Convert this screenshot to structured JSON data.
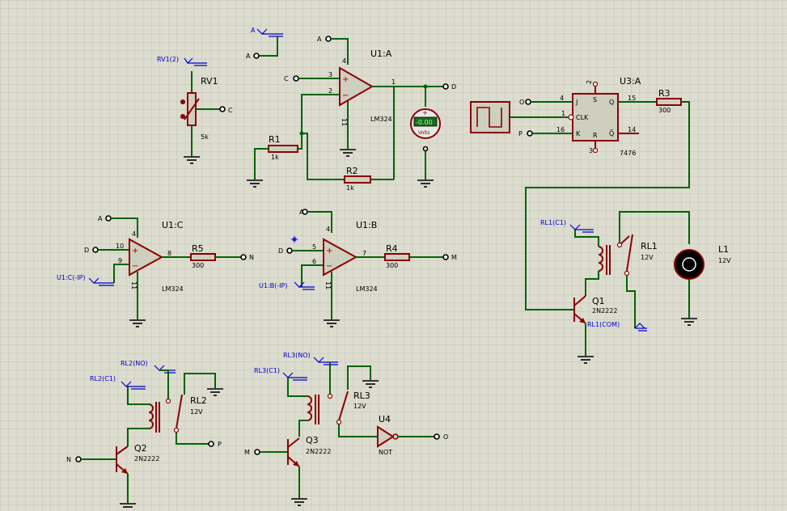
{
  "components": {
    "rv1": {
      "ref": "RV1",
      "value": "5k",
      "probe": "RV1(2)",
      "net_c": "C"
    },
    "u1a": {
      "ref": "U1:A",
      "part": "LM324",
      "net_a": "A",
      "net_c": "C",
      "net_d": "D",
      "pin3": "3",
      "pin2": "2",
      "pin4": "4",
      "pin11": "11",
      "pin1": "1"
    },
    "label_a_top": {
      "text": "A",
      "net": "A"
    },
    "r1": {
      "ref": "R1",
      "value": "1k"
    },
    "r2": {
      "ref": "R2",
      "value": "1k"
    },
    "voltmeter": {
      "display": "-0.00",
      "unit": "Volts"
    },
    "u3a": {
      "ref": "U3:A",
      "part": "7476",
      "pin_j": "J",
      "pin_k": "K",
      "pin_clk": "CLK",
      "pin_s": "S",
      "pin_r": "R",
      "pin_q": "Q",
      "pin_qbar": "Q̅",
      "n4": "4",
      "n1": "1",
      "n16": "16",
      "n15": "15",
      "n14": "14",
      "n2": "2",
      "n3": "3",
      "net_o": "O",
      "net_p": "P"
    },
    "r3": {
      "ref": "R3",
      "value": "300"
    },
    "rl1": {
      "ref": "RL1",
      "value": "12V",
      "probe_c1": "RL1(C1)",
      "probe_com": "RL1(COM)"
    },
    "q1": {
      "ref": "Q1",
      "part": "2N2222"
    },
    "l1": {
      "ref": "L1",
      "value": "12V"
    },
    "u1c": {
      "ref": "U1:C",
      "part": "LM324",
      "net_a": "A",
      "net_d": "D",
      "probe": "U1:C(-IP)",
      "pin10": "10",
      "pin9": "9",
      "pin4": "4",
      "pin11": "11",
      "pin8": "8"
    },
    "r5": {
      "ref": "R5",
      "value": "300",
      "net_n": "N"
    },
    "u1b": {
      "ref": "U1:B",
      "part": "LM324",
      "net_a": "A",
      "net_d": "D",
      "probe": "U1:B(-IP)",
      "pin5": "5",
      "pin6": "6",
      "pin4": "4",
      "pin11": "11",
      "pin7": "7"
    },
    "r4": {
      "ref": "R4",
      "value": "300",
      "net_m": "M"
    },
    "rl2": {
      "ref": "RL2",
      "value": "12V",
      "probe_no": "RL2(NO)",
      "probe_c1": "RL2(C1)",
      "net_p": "P"
    },
    "q2": {
      "ref": "Q2",
      "part": "2N2222",
      "net_n": "N"
    },
    "rl3": {
      "ref": "RL3",
      "value": "12V",
      "probe_no": "RL3(NO)",
      "probe_c1": "RL3(C1)"
    },
    "q3": {
      "ref": "Q3",
      "part": "2N2222",
      "net_m": "M"
    },
    "u4": {
      "ref": "U4",
      "part": "NOT",
      "net_o": "O"
    }
  },
  "colors": {
    "background": "#dcdccf",
    "grid": "#c4c4b6",
    "wire": "#006400",
    "component": "#8b0000",
    "label": "#0000cc"
  }
}
